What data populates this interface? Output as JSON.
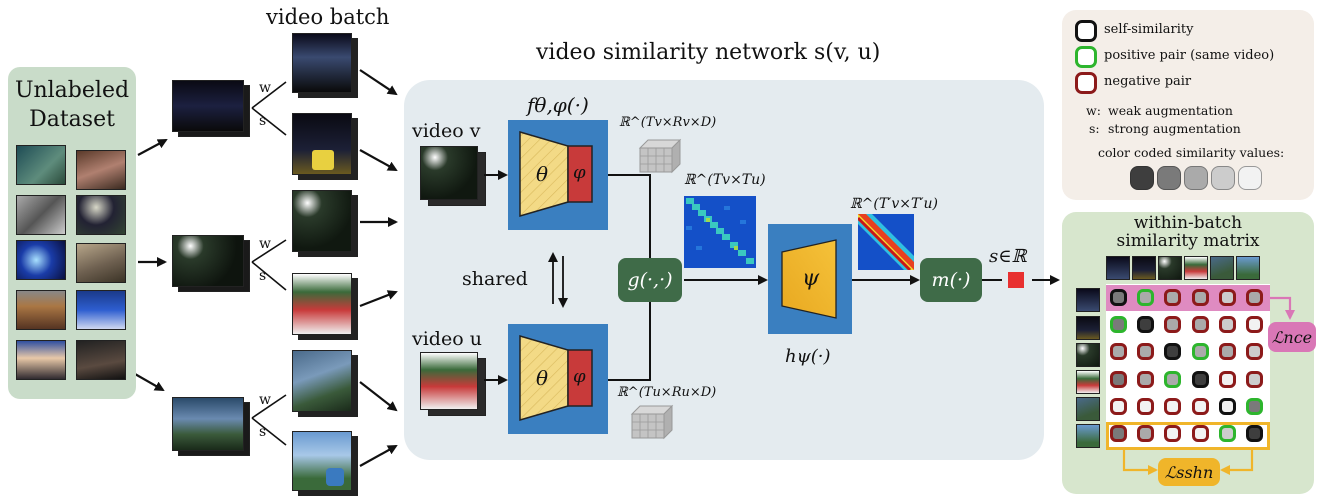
{
  "dataset": {
    "label": "Unlabeled Dataset"
  },
  "batch": {
    "label": "video batch",
    "weak_letter": "w",
    "strong_letter": "s"
  },
  "network": {
    "title": "video similarity network s(v, u)"
  },
  "videos": {
    "v_label": "video v",
    "u_label": "video u",
    "shared_label": "shared"
  },
  "encoder": {
    "f_label": "fθ,φ(·)",
    "theta": "θ",
    "phi": "φ",
    "feat_v": "ℝ^(Tv×Rv×D)",
    "feat_u": "ℝ^(Tu×Ru×D)"
  },
  "sim": {
    "g_label": "g(·,·)",
    "matrix_label": "ℝ^(Tv×Tu)",
    "psi": "ψ",
    "h_label": "hψ(·)",
    "out_matrix_label": "ℝ^(T′v×T′u)",
    "m_label": "m(·)",
    "s_label": "s∈ℝ"
  },
  "legend": {
    "self": "self-similarity",
    "positive": "positive pair (same video)",
    "negative": "negative pair",
    "weak_key": "w:",
    "weak_text": "weak augmentation",
    "strong_key": "s:",
    "strong_text": "strong augmentation",
    "color_coded": "color coded similarity values:"
  },
  "matrix": {
    "title_line1": "within-batch",
    "title_line2": "similarity matrix",
    "loss_nce": "ℒnce",
    "loss_sshn": "ℒsshn"
  },
  "colors": {
    "self_border": "#111111",
    "positive_border": "#2db52d",
    "negative_border": "#8c1a1a",
    "encoder_blue": "#3a7fc0",
    "theta_yellow": "#f3da86",
    "phi_red": "#c83a3a",
    "psi_orange": "#f0b52a",
    "g_green": "#3f6b48",
    "output_red": "#e83030",
    "nce_pink": "#d977b6",
    "sshn_orange": "#f0b52a"
  }
}
